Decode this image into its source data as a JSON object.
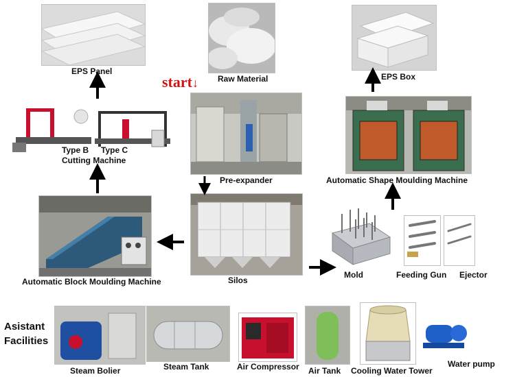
{
  "start_label": "start",
  "nodes": {
    "raw_material": "Raw Material",
    "pre_expander": "Pre-expander",
    "silos": "Silos",
    "block_moulding": "Automatic Block Moulding Machine",
    "cutting_type_b": "Type B",
    "cutting_type_c": "Type C",
    "cutting_machine": "Cutting Machine",
    "eps_panel": "EPS Panel",
    "mold": "Mold",
    "feeding_gun": "Feeding Gun",
    "ejector": "Ejector",
    "shape_moulding": "Automatic Shape Moulding Machine",
    "eps_box": "EPS Box"
  },
  "facilities": {
    "title_line1": "Asistant",
    "title_line2": "Facilities",
    "steam_boiler": "Steam Bolier",
    "steam_tank": "Steam Tank",
    "air_compressor": "Air Compressor",
    "air_tank": "Air Tank",
    "cooling_tower": "Cooling Water Tower",
    "water_pump": "Water pump"
  },
  "colors": {
    "start": "#d21414",
    "arrow": "#000000"
  }
}
